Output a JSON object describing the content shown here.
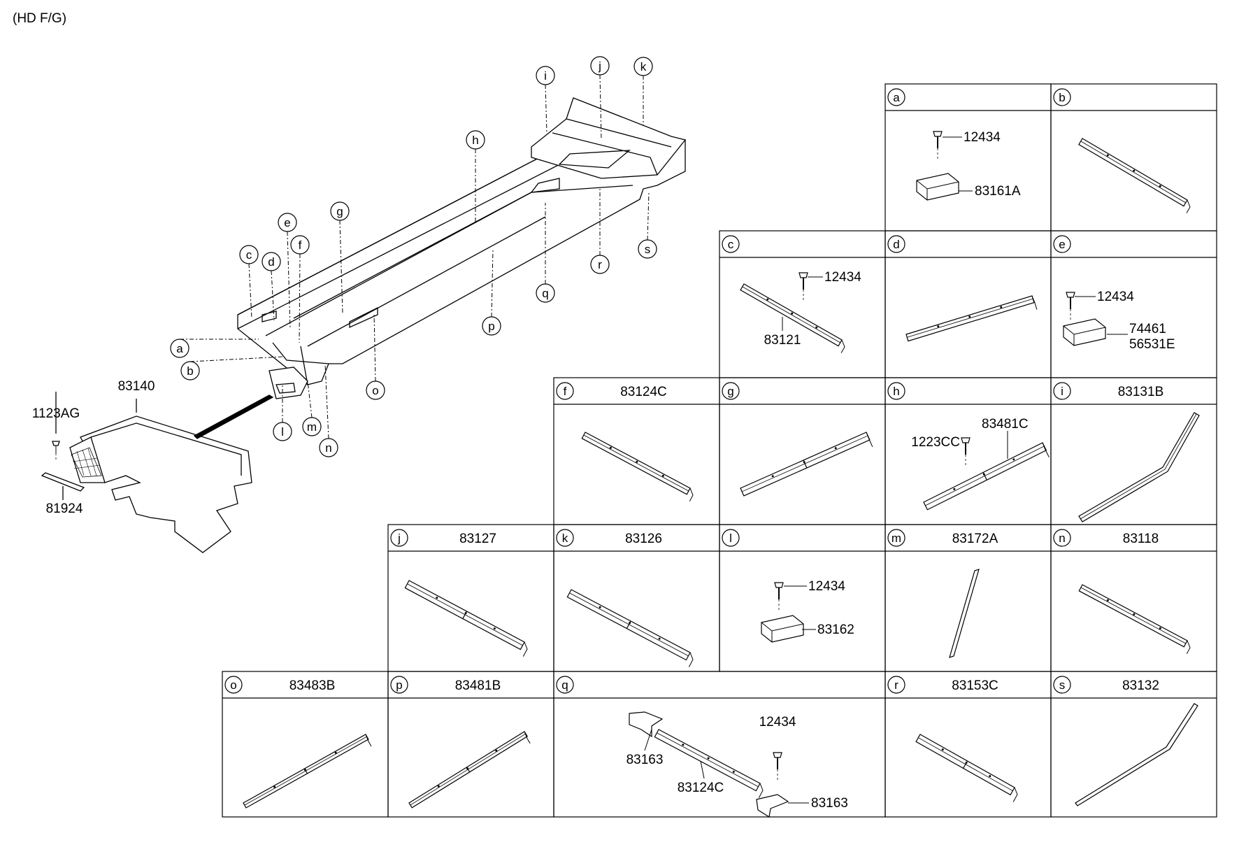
{
  "header": {
    "title": "(HD F/G)"
  },
  "main_diagram": {
    "callouts": [
      "a",
      "b",
      "c",
      "d",
      "e",
      "f",
      "g",
      "h",
      "i",
      "j",
      "k",
      "l",
      "m",
      "n",
      "o",
      "p",
      "q",
      "r",
      "s"
    ],
    "part_numbers": {
      "mat": "83140",
      "screw": "1123AG",
      "strip": "81924"
    }
  },
  "grid": {
    "cells": [
      {
        "id": "a",
        "title": "",
        "labels": [
          "12434",
          "83161A"
        ]
      },
      {
        "id": "b",
        "title": "",
        "labels": []
      },
      {
        "id": "c",
        "title": "",
        "labels": [
          "12434",
          "83121"
        ]
      },
      {
        "id": "d",
        "title": "",
        "labels": []
      },
      {
        "id": "e",
        "title": "",
        "labels": [
          "12434",
          "74461",
          "56531E"
        ]
      },
      {
        "id": "f",
        "title": "83124C",
        "labels": []
      },
      {
        "id": "g",
        "title": "",
        "labels": []
      },
      {
        "id": "h",
        "title": "",
        "labels": [
          "1223CC",
          "83481C"
        ]
      },
      {
        "id": "i",
        "title": "83131B",
        "labels": []
      },
      {
        "id": "j",
        "title": "83127",
        "labels": []
      },
      {
        "id": "k",
        "title": "83126",
        "labels": []
      },
      {
        "id": "l",
        "title": "",
        "labels": [
          "12434",
          "83162"
        ]
      },
      {
        "id": "m",
        "title": "83172A",
        "labels": []
      },
      {
        "id": "n",
        "title": "83118",
        "labels": []
      },
      {
        "id": "o",
        "title": "83483B",
        "labels": []
      },
      {
        "id": "p",
        "title": "83481B",
        "labels": []
      },
      {
        "id": "q",
        "title": "",
        "labels": [
          "83163",
          "83124C",
          "12434",
          "83163"
        ]
      },
      {
        "id": "r",
        "title": "83153C",
        "labels": []
      },
      {
        "id": "s",
        "title": "83132",
        "labels": []
      }
    ]
  }
}
